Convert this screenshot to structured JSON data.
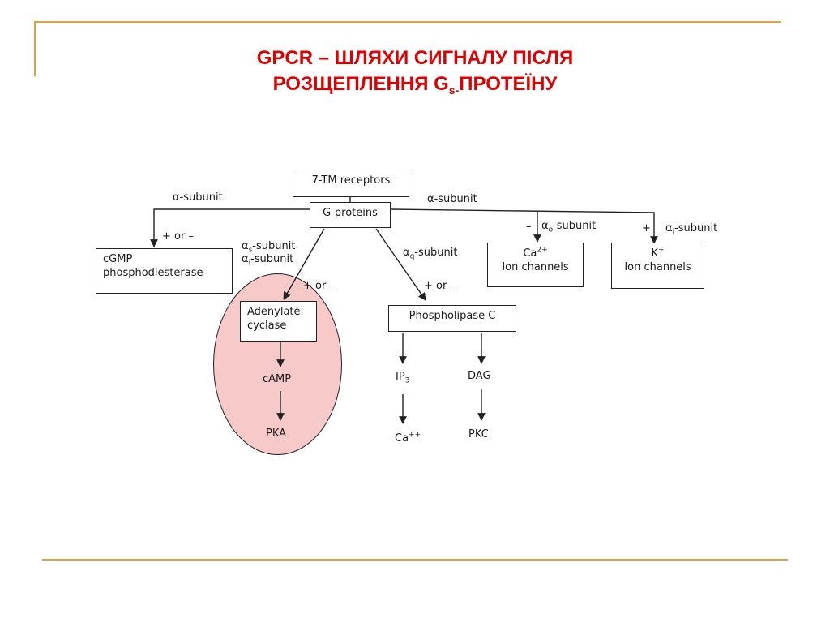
{
  "slide": {
    "title_line1": "GPCR – ШЛЯХИ СИГНАЛУ ПІСЛЯ",
    "title_line2_pre": "РОЗЩЕПЛЕННЯ G",
    "title_line2_sub": "s-",
    "title_line2_post": "ПРОТЕЇНУ"
  },
  "diagram": {
    "receptors": "7-TM receptors",
    "g_proteins": "G-proteins",
    "alpha_subunit_left": "α-subunit",
    "alpha_subunit_right": "α-subunit",
    "plus_or_minus_left": "+ or –",
    "cgmp_line1": "cGMP",
    "cgmp_line2": "phosphodiesterase",
    "alpha_s": "α",
    "alpha_s_sub": "s",
    "alpha_s_rest": "-subunit",
    "alpha_i": "α",
    "alpha_i_sub": "i",
    "alpha_i_rest": "-subunit",
    "plus_or_minus_ac": "+ or –",
    "adenylate_line1": "Adenylate",
    "adenylate_line2": "cyclase",
    "camp": "cAMP",
    "pka": "PKA",
    "alpha_q": "α",
    "alpha_q_sub": "q",
    "alpha_q_rest": "-subunit",
    "plus_or_minus_plc": "+ or –",
    "phospholipase": "Phospholipase C",
    "ip3": "IP",
    "ip3_sub": "3",
    "ca_pp": "Ca",
    "ca_pp_sup": "++",
    "dag": "DAG",
    "pkc": "PKC",
    "minus": "–",
    "alpha_o": "α",
    "alpha_o_sub": "o",
    "alpha_o_rest": "-subunit",
    "plus": "+",
    "alpha_i2": "α",
    "alpha_i2_sub": "i",
    "alpha_i2_rest": "-subunit",
    "ca_box_ion": "Ca",
    "ca_box_sup": "2+",
    "ca_box_line2": "Ion channels",
    "k_box_ion": "K",
    "k_box_sup": "+",
    "k_box_line2": "Ion channels"
  }
}
